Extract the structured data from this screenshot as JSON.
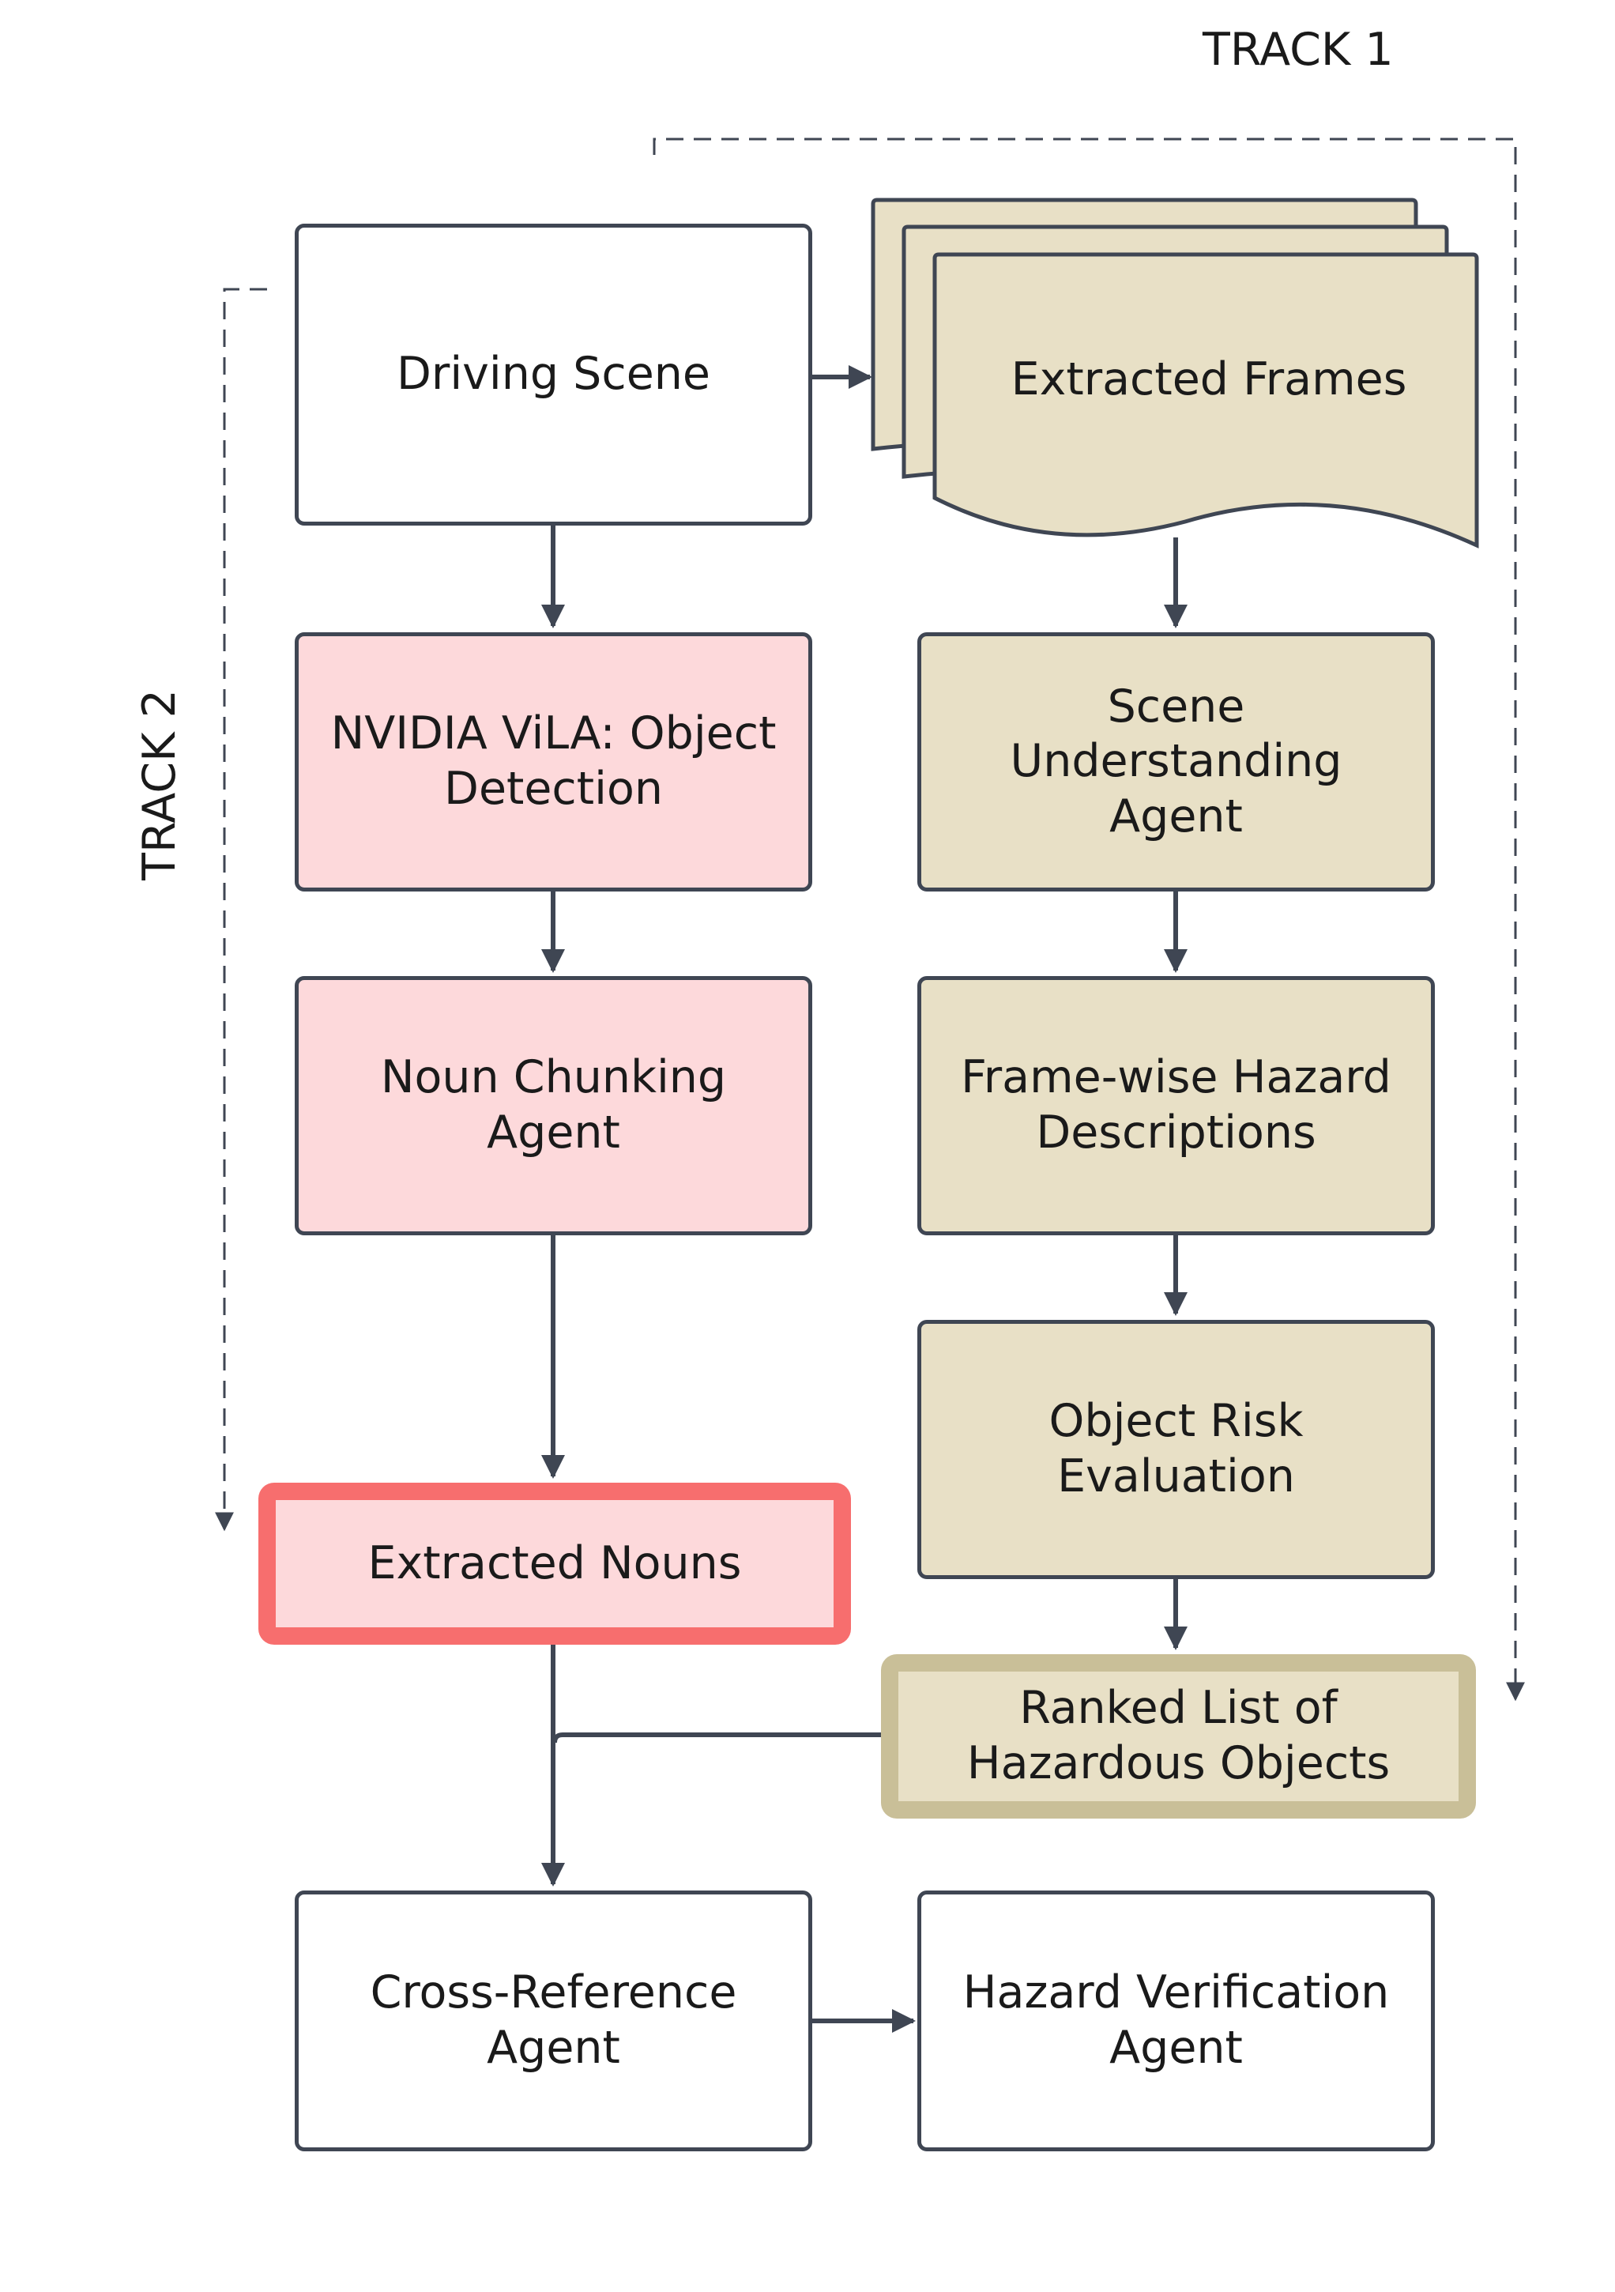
{
  "tracks": {
    "track1": "TRACK 1",
    "track2": "TRACK 2"
  },
  "nodes": {
    "driving_scene": "Driving Scene",
    "extracted_frames": "Extracted Frames",
    "vila_detection": "NVIDIA ViLA: Object Detection",
    "scene_understanding": "Scene Understanding Agent",
    "noun_chunking": "Noun Chunking Agent",
    "framewise_hazard": "Frame-wise Hazard Descriptions",
    "object_risk": "Object Risk Evaluation",
    "extracted_nouns": "Extracted Nouns",
    "ranked_list": "Ranked List of Hazardous Objects",
    "cross_reference": "Cross-Reference Agent",
    "hazard_verification": "Hazard Verification Agent"
  },
  "colors": {
    "line": "#3f4653",
    "pink_fill": "#fdd9db",
    "pink_highlight": "#f76e6e",
    "tan_fill": "#e8e0c6",
    "tan_highlight": "#c9bf98"
  }
}
